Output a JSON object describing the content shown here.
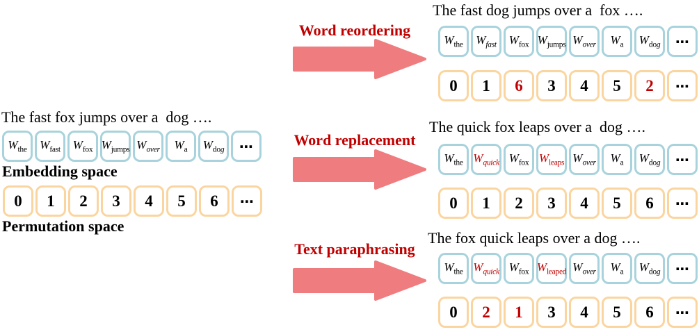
{
  "colors": {
    "embedding_border": "#A8D3DC",
    "permutation_border": "#FBD5A0",
    "arrow_fill": "#EF7C7E",
    "highlight_red": "#C00000",
    "text": "#000000"
  },
  "left": {
    "sentence": "The fast fox jumps over a  dog ….",
    "embedding_label": "Embedding space",
    "permutation_label": "Permutation space",
    "embedding_cells": [
      {
        "w": "W",
        "rm": "the"
      },
      {
        "w": "W",
        "rm": "fast"
      },
      {
        "w": "W",
        "rm": "fox"
      },
      {
        "w": "W",
        "rm": "jumps"
      },
      {
        "w": "W",
        "it": "over"
      },
      {
        "w": "W",
        "rm": "a"
      },
      {
        "w": "W",
        "rm": "do",
        "it": "g"
      },
      {
        "dots": "⋯"
      }
    ],
    "permutation_cells": [
      {
        "num": "0"
      },
      {
        "num": "1"
      },
      {
        "num": "2"
      },
      {
        "num": "3"
      },
      {
        "num": "4"
      },
      {
        "num": "5"
      },
      {
        "num": "6"
      },
      {
        "dots": "⋯"
      }
    ]
  },
  "arrows": [
    {
      "label": "Word reordering"
    },
    {
      "label": "Word replacement"
    },
    {
      "label": "Text paraphrasing"
    }
  ],
  "right_blocks": [
    {
      "sentence": "The fast dog jumps over a  fox ….",
      "embedding_cells": [
        {
          "w": "W",
          "rm": "the"
        },
        {
          "w": "W",
          "it": "fast"
        },
        {
          "w": "W",
          "rm": "fox"
        },
        {
          "w": "W",
          "rm": "jumps"
        },
        {
          "w": "W",
          "it": "over"
        },
        {
          "w": "W",
          "rm": "a"
        },
        {
          "w": "W",
          "rm": "do",
          "it": "g"
        },
        {
          "dots": "⋯"
        }
      ],
      "permutation_cells": [
        {
          "num": "0"
        },
        {
          "num": "1"
        },
        {
          "num": "6",
          "red": true
        },
        {
          "num": "3"
        },
        {
          "num": "4"
        },
        {
          "num": "5"
        },
        {
          "num": "2",
          "red": true
        },
        {
          "dots": "⋯"
        }
      ]
    },
    {
      "sentence": "The quick fox leaps over a  dog ….",
      "embedding_cells": [
        {
          "w": "W",
          "rm": "the"
        },
        {
          "w": "W",
          "it": "quick",
          "red": true
        },
        {
          "w": "W",
          "rm": "fox"
        },
        {
          "w": "W",
          "rm": "leaps",
          "red": true
        },
        {
          "w": "W",
          "it": "over"
        },
        {
          "w": "W",
          "rm": "a"
        },
        {
          "w": "W",
          "rm": "do",
          "it": "g"
        },
        {
          "dots": "⋯"
        }
      ],
      "permutation_cells": [
        {
          "num": "0"
        },
        {
          "num": "1"
        },
        {
          "num": "2"
        },
        {
          "num": "3"
        },
        {
          "num": "4"
        },
        {
          "num": "5"
        },
        {
          "num": "6"
        },
        {
          "dots": "⋯"
        }
      ]
    },
    {
      "sentence": "The fox quick leaps over a dog ….",
      "embedding_cells": [
        {
          "w": "W",
          "rm": "the"
        },
        {
          "w": "W",
          "it": "quick",
          "red": true
        },
        {
          "w": "W",
          "rm": "fox"
        },
        {
          "w": "W",
          "rm": "leaped",
          "red": true
        },
        {
          "w": "W",
          "it": "over"
        },
        {
          "w": "W",
          "rm": "a"
        },
        {
          "w": "W",
          "rm": "do",
          "it": "g"
        },
        {
          "dots": "⋯"
        }
      ],
      "permutation_cells": [
        {
          "num": "0"
        },
        {
          "num": "2",
          "red": true
        },
        {
          "num": "1",
          "red": true
        },
        {
          "num": "3"
        },
        {
          "num": "4"
        },
        {
          "num": "5"
        },
        {
          "num": "6"
        },
        {
          "dots": "⋯"
        }
      ]
    }
  ]
}
